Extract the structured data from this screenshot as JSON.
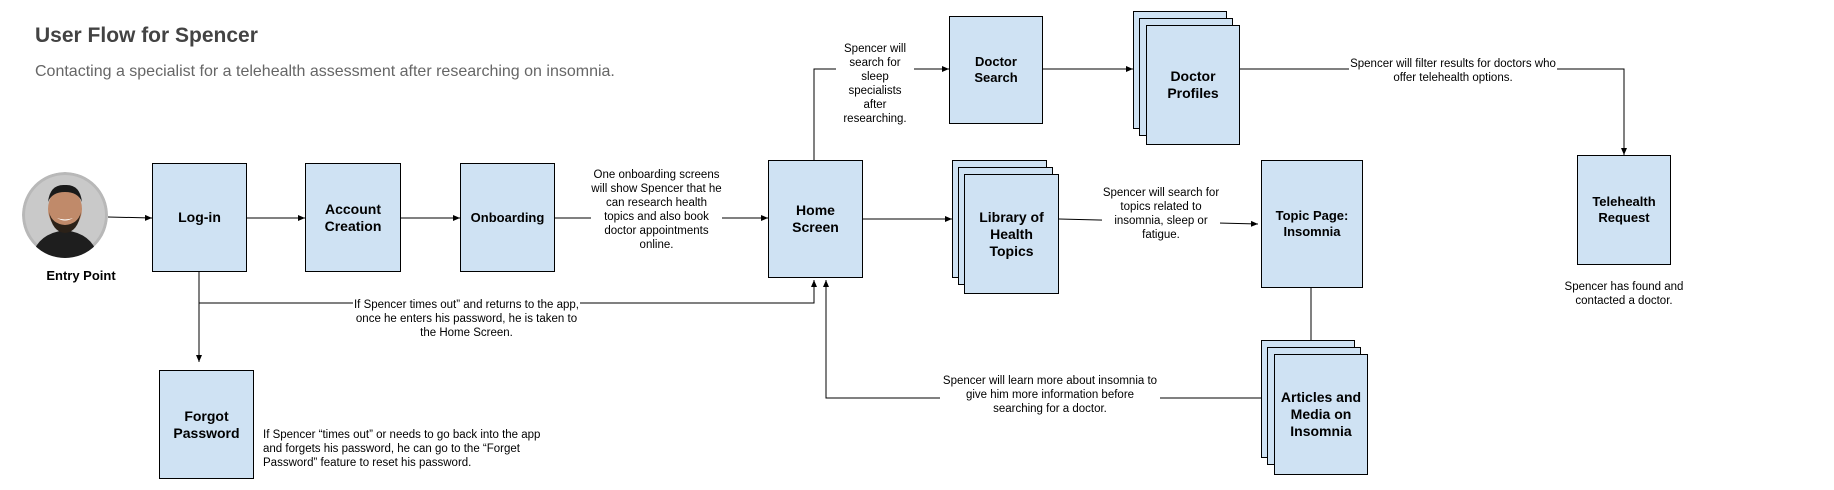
{
  "header": {
    "title": "User Flow for Spencer",
    "subtitle": "Contacting a specialist for a telehealth assessment after researching on insomnia."
  },
  "entry": {
    "label": "Entry Point",
    "avatar_icon": "user-avatar-photo"
  },
  "boxes": {
    "login": "Log-in",
    "account_creation": "Account Creation",
    "onboarding": "Onboarding",
    "forgot_password": "Forgot Password",
    "home_screen": "Home Screen",
    "doctor_search": "Doctor Search",
    "doctor_profiles": "Doctor Profiles",
    "library": "Library of Health Topics",
    "topic_page": "Topic Page: Insomnia",
    "articles_media": "Articles and Media on Insomnia",
    "telehealth_request": "Telehealth Request"
  },
  "notes": {
    "onboarding": "One onboarding screens will show Spencer that he can research health topics and also book doctor appointments online.",
    "timeout_return": "If Spencer times out” and returns to the app, once he enters his password, he is taken to the Home Screen.",
    "forgot_password": "If Spencer “times out” or needs to go back into the app and forgets his password, he can go to the “Forget Password” feature to reset his password.",
    "search_specialists": "Spencer will search for sleep specialists after researching.",
    "filter_results": "Spencer will filter results for doctors who offer telehealth options.",
    "search_topics": "Spencer will search for topics related to insomnia, sleep or fatigue.",
    "learn_more": "Spencer will learn more about insomnia to give him more information before searching for a doctor.",
    "found_doctor": "Spencer has found and contacted a doctor."
  },
  "colors": {
    "box_fill": "#cfe2f3",
    "line": "#000000",
    "title": "#434343",
    "subtitle": "#666666"
  }
}
